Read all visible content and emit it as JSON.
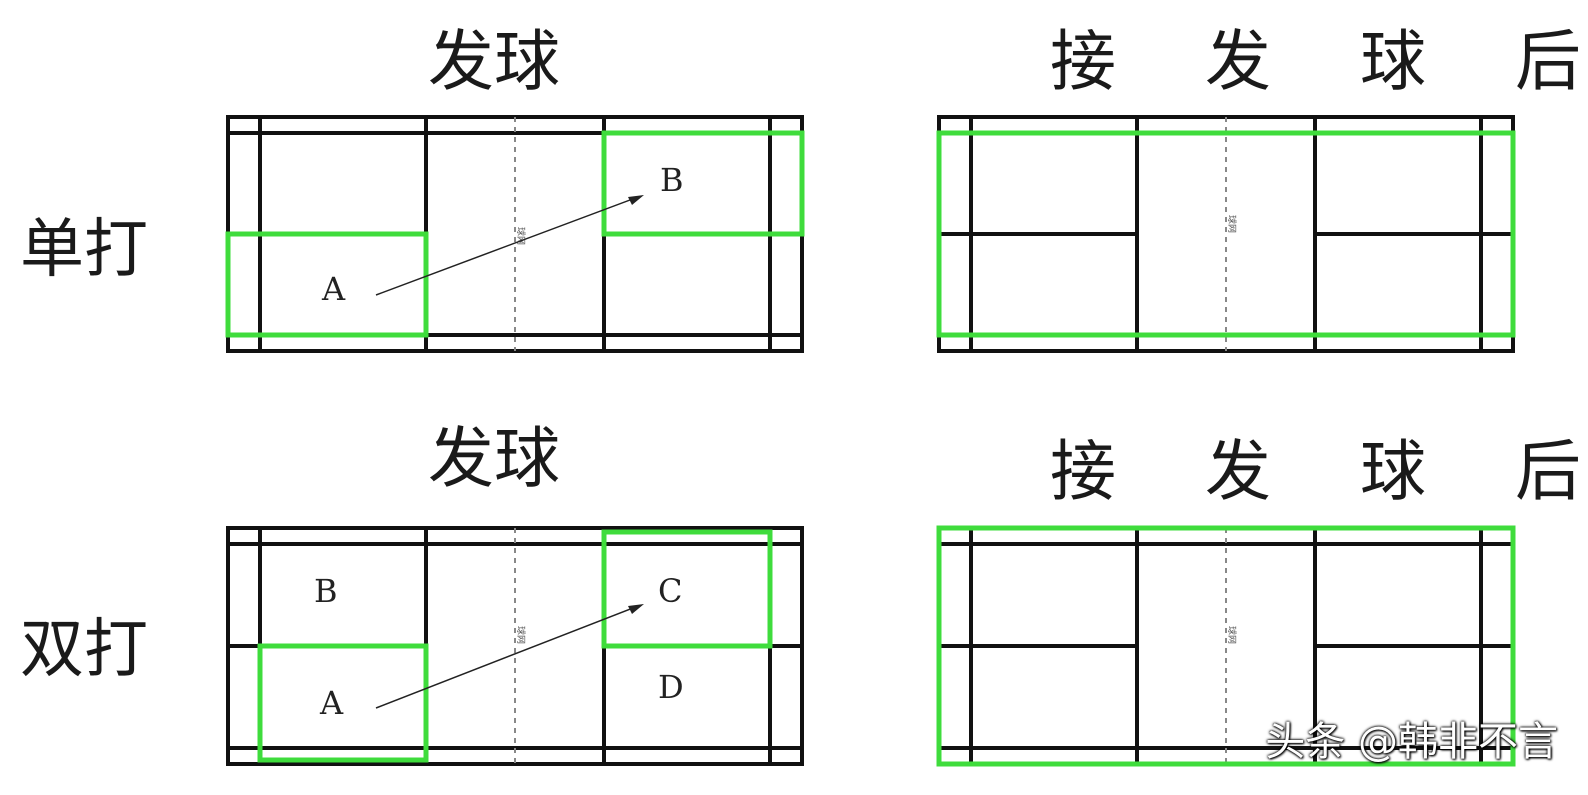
{
  "titles": {
    "serve_top": "发球",
    "after_top": "接 发 球 后",
    "serve_bottom": "发球",
    "after_bottom": "接 发 球 后"
  },
  "row_labels": {
    "singles": "单打",
    "doubles": "双打"
  },
  "courts": {
    "singles_serve": {
      "net_label": "球网",
      "player_labels": [
        "A",
        "B"
      ]
    },
    "singles_after": {
      "net_label": "球网"
    },
    "doubles_serve": {
      "net_label": "球网",
      "player_labels": [
        "B",
        "A",
        "C",
        "D"
      ]
    },
    "doubles_after": {
      "net_label": "球网"
    }
  },
  "colors": {
    "zone": "#3fdc3c",
    "line": "#111111"
  },
  "watermark": "头条 @韩非不言"
}
